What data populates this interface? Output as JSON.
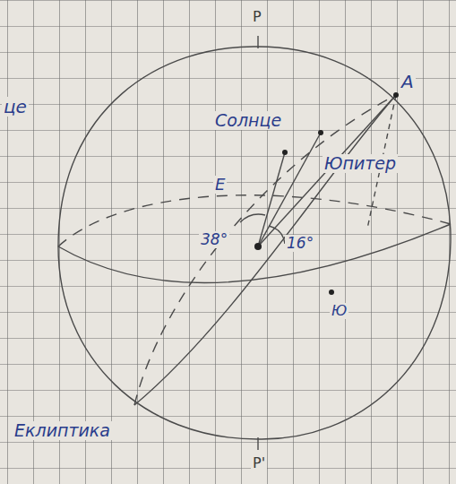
{
  "diagram": {
    "labels": [
      "P",
      "це",
      "A",
      "Солнце",
      "Юпитер",
      "Е",
      "38°",
      "16°",
      "Ю",
      "Еклиптика",
      "P'"
    ]
  }
}
